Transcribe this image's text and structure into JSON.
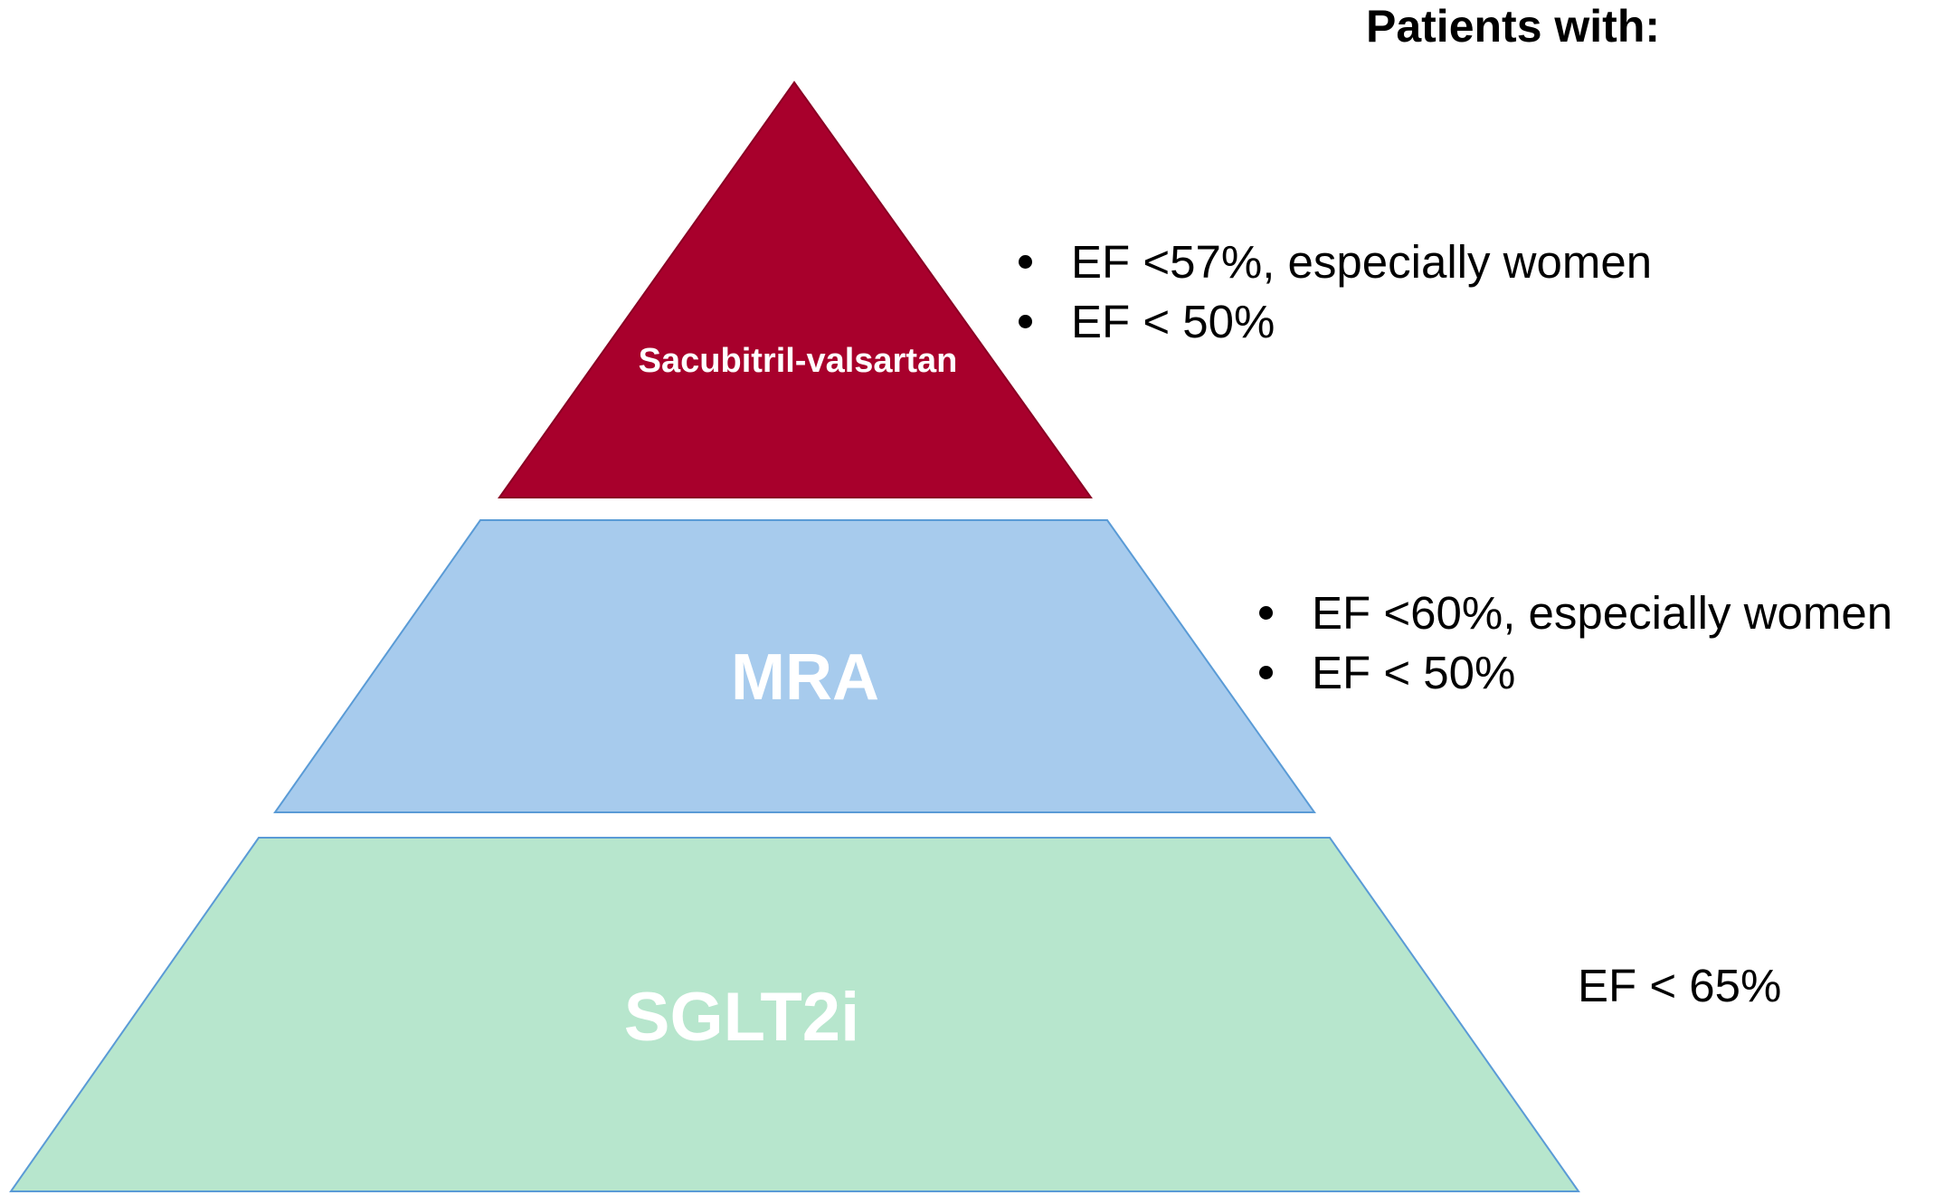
{
  "heading": "Patients with:",
  "tiers": [
    {
      "label": "Sacubitril-valsartan",
      "color": "#a8002c",
      "criteria": [
        "EF <57%, especially women",
        "EF < 50%"
      ]
    },
    {
      "label": "MRA",
      "color": "#a7cbed",
      "edge_color": "#5a9bd6",
      "criteria": [
        "EF <60%, especially women",
        "EF < 50%"
      ]
    },
    {
      "label": "SGLT2i",
      "color": "#b7e6cd",
      "edge_color": "#5a9bd6",
      "criteria": [
        "EF < 65%"
      ]
    }
  ]
}
